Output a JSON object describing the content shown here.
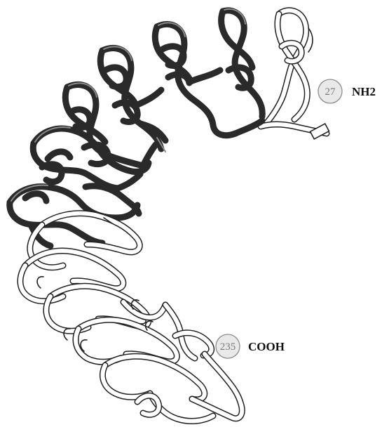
{
  "termini": {
    "n_terminus": {
      "residue": "27",
      "label": "NH2"
    },
    "c_terminus": {
      "residue": "235",
      "label": "COOH"
    }
  },
  "colors": {
    "highlighted_repeats": "#2a2a2a",
    "flanking_regions": "#ffffff",
    "outline": "#222222",
    "badge_fill": "#e9e9e9",
    "badge_text": "#7a7a7a"
  }
}
